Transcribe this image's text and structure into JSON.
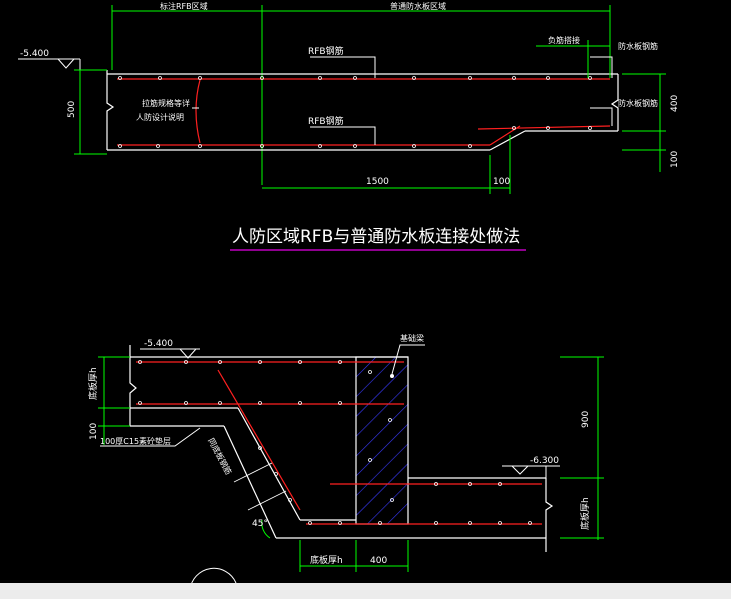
{
  "colors": {
    "background": "#000000",
    "outline": "#ffffff",
    "dimension": "#00ff00",
    "rebar": "#ff2020",
    "title_underline": "#c000c0",
    "hatch": "#3a3aff",
    "bottom_strip": "#ececec"
  },
  "diagram1": {
    "title": "人防区域RFB与普通防水板连接处做法",
    "top_label_left": "标注RFB区域",
    "top_label_right": "普通防水板区域",
    "elevation": "-5.400",
    "rebar_label_top": "RFB钢筋",
    "rebar_label_bottom": "RFB钢筋",
    "label_negative_rebar": "负筋搭接",
    "label_waterproof_top": "防水板钢筋",
    "label_waterproof_bottom": "防水板钢筋",
    "note_line1": "拉筋规格等详",
    "note_line2": "人防设计说明",
    "dim_500": "500",
    "dim_400": "400",
    "dim_100_right": "100",
    "dim_1500": "1500",
    "dim_100_bottom": "100"
  },
  "diagram2": {
    "elevation_top": "-5.400",
    "elevation_bottom": "-6.300",
    "label_foundation_beam": "基础梁",
    "label_slab_thickness_left": "底板厚h",
    "label_slab_thickness_right": "底板厚h",
    "label_slab_thickness_bottom": "底板厚h",
    "label_cushion": "100厚C15素砼垫层",
    "label_slope_rebar": "同底板钢筋",
    "dim_100_left": "100",
    "dim_900": "900",
    "dim_400": "400",
    "angle": "45°"
  }
}
